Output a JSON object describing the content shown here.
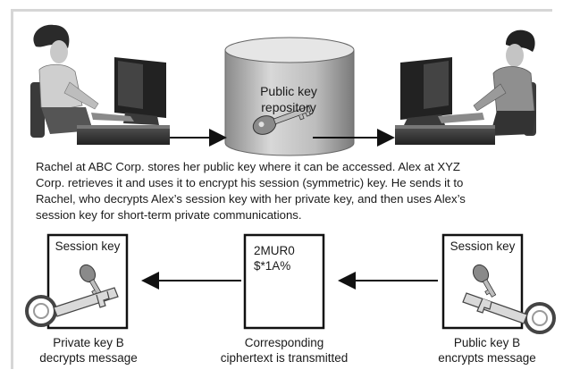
{
  "repository": {
    "line1": "Public key",
    "line2": "repository"
  },
  "caption": {
    "line1": "Rachel at ABC Corp. stores her public key where it can be accessed. Alex at XYZ",
    "line2": "Corp. retrieves it and uses it to encrypt his session (symmetric) key. He sends it to",
    "line3": "Rachel, who decrypts Alex’s session key with her private key, and then uses Alex’s",
    "line4": "session key for short-term private communications."
  },
  "left_box": {
    "title": "Session key",
    "label_line1": "Private key B",
    "label_line2": "decrypts message"
  },
  "middle_box": {
    "cipher_line1": "2MUR0",
    "cipher_line2": "$*1A%",
    "label_line1": "Corresponding",
    "label_line2": "ciphertext is transmitted"
  },
  "right_box": {
    "title": "Session key",
    "label_line1": "Public key B",
    "label_line2": "encrypts message"
  },
  "icons": {
    "left_person": "woman-at-computer-icon",
    "right_person": "man-at-computer-icon",
    "repository": "database-cylinder-icon",
    "keys": "key-icon"
  }
}
